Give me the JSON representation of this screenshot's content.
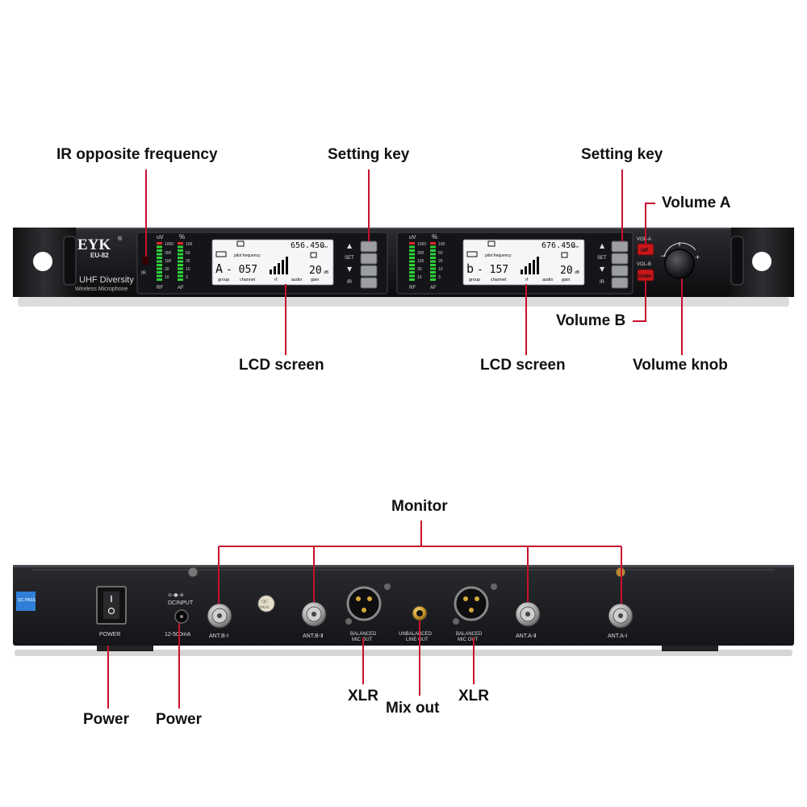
{
  "front_panel": {
    "brand": "EYK",
    "registered": "®",
    "model": "EU-82",
    "series": "UHF Diversity",
    "subtitle": "Wireless Microphone",
    "ir_label": "IR",
    "meter": {
      "uv_header": "uV",
      "pct_header": "%",
      "uv_scale": [
        "1000",
        "300",
        "100",
        "30",
        "10"
      ],
      "pct_scale": [
        "100",
        "50",
        "25",
        "10",
        "3"
      ],
      "rf_label": "RF",
      "af_label": "AF"
    },
    "channel_a": {
      "frequency": "656.450",
      "freq_unit": "MHz",
      "pilot_label": "pilot frequency",
      "group": "A",
      "channel_code": "- 057",
      "gain": "20",
      "gain_unit": "dB",
      "footer": [
        "group",
        "channel",
        "rf",
        "audio",
        "gain"
      ]
    },
    "channel_b": {
      "frequency": "676.450",
      "freq_unit": "MHz",
      "pilot_label": "pilot frequency",
      "group": "b",
      "channel_code": "- 157",
      "gain": "20",
      "gain_unit": "dB",
      "footer": [
        "group",
        "channel",
        "rf",
        "audio",
        "gain"
      ]
    },
    "keys": {
      "up": "▲",
      "set": "SET",
      "down": "▼",
      "ir": "IR"
    },
    "volume": {
      "vol_a": "VOL-A",
      "up": "UP",
      "vol_b": "VOL-B",
      "down": "DOWN",
      "minus": "−",
      "plus": "+"
    }
  },
  "rear_panel": {
    "sticker": "QC PASS",
    "power_label": "POWER",
    "dc_input_label": "DCINPUT",
    "dc_rating": "12-500mA",
    "qc_stamp_top": "QC",
    "qc_stamp_bottom": "PASS",
    "ant_b1": "ANT.B-Ⅰ",
    "ant_b2": "ANT.B-Ⅱ",
    "balanced_1": [
      "BALANCED",
      "MIC OUT"
    ],
    "unbalanced": [
      "UNBALANCED",
      "LINE OUT"
    ],
    "balanced_2": [
      "BALANCED",
      "MIC OUT"
    ],
    "ant_a2": "ANT.A-Ⅱ",
    "ant_a1": "ANT.A-Ⅰ"
  },
  "callouts": {
    "ir_opposite_frequency": "IR opposite frequency",
    "setting_key_1": "Setting key",
    "setting_key_2": "Setting key",
    "volume_a": "Volume A",
    "volume_b": "Volume B",
    "lcd_screen_1": "LCD screen",
    "lcd_screen_2": "LCD screen",
    "volume_knob": "Volume knob",
    "monitor": "Monitor",
    "power_1": "Power",
    "power_2": "Power",
    "xlr_1": "XLR",
    "mix_out": "Mix out",
    "xlr_2": "XLR"
  },
  "colors": {
    "callout_line": "#c8102e",
    "chassis": "#1a1b1e",
    "lcd_backlight": "#f4f6f8",
    "lcd_text": "#0a0a0a",
    "meter_green": "#2fd13a",
    "meter_red": "#e0282d",
    "button_red": "#c9161b"
  }
}
